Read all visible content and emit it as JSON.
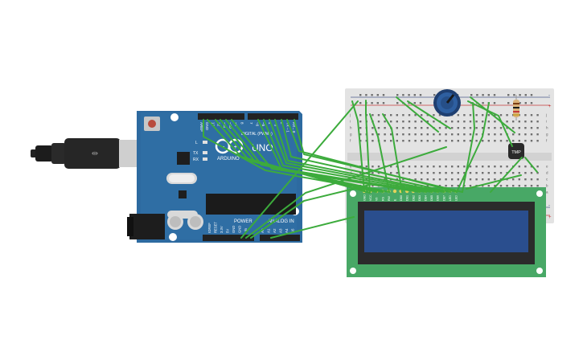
{
  "arduino": {
    "brand_text": "ARDUINO",
    "model_text": "UNO",
    "digital_header_label": "DIGITAL (PWM~)",
    "power_label": "POWER",
    "analog_label": "ANALOG IN",
    "led_labels": [
      "L",
      "TX",
      "RX"
    ],
    "top_pin_labels": [
      "AREF",
      "GND",
      "13",
      "12",
      "~11",
      "~10",
      "~9",
      "8",
      "7",
      "~6",
      "~5",
      "4",
      "~3",
      "2",
      "TX→1",
      "RX←0"
    ],
    "power_pin_labels": [
      "IOREF",
      "RESET",
      "3.3V",
      "5V",
      "GND",
      "GND",
      "Vin"
    ],
    "analog_pin_labels": [
      "A0",
      "A1",
      "A2",
      "A3",
      "A4",
      "A5"
    ]
  },
  "breadboard": {
    "row_letters_top": [
      "j",
      "i",
      "h",
      "g",
      "f"
    ],
    "row_letters_bottom": [
      "e",
      "d",
      "c",
      "b",
      "a"
    ],
    "rail_signs": [
      "+",
      "-"
    ]
  },
  "sensor": {
    "label": "TMP"
  },
  "lcd": {
    "pin_labels": [
      "GND",
      "VCC",
      "V0",
      "RS",
      "RW",
      "E",
      "DB0",
      "DB1",
      "DB2",
      "DB3",
      "DB4",
      "DB5",
      "DB6",
      "DB7",
      "LED",
      "LED"
    ]
  },
  "colors": {
    "wire": "#3cab3c",
    "board": "#2d6aa0",
    "lcd_pcb": "#48a866",
    "lcd_screen": "#2a4e8e",
    "breadboard": "#e3e3e3",
    "potentiometer": "#2e5fa0"
  }
}
